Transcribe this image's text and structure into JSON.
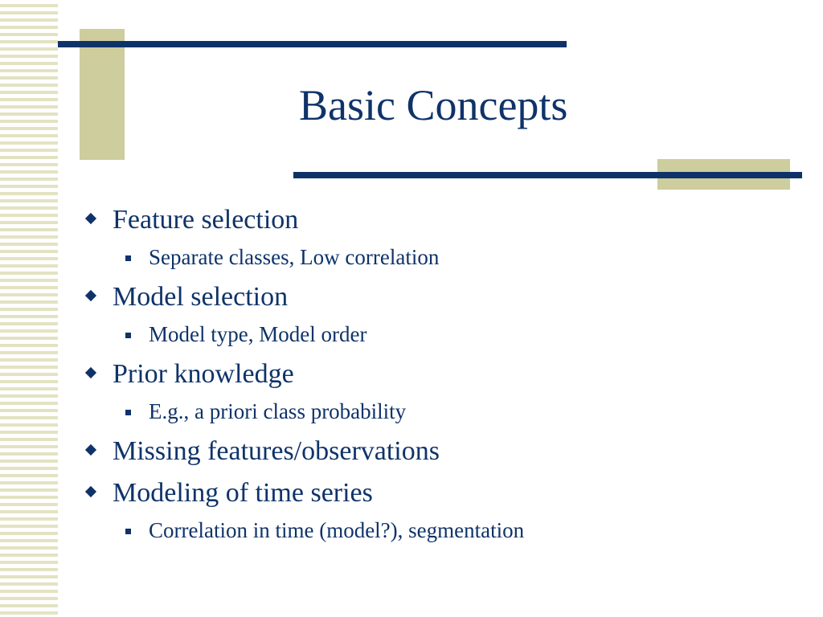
{
  "slide": {
    "title": "Basic Concepts",
    "bullets": [
      {
        "text": "Feature selection",
        "sub": [
          "Separate classes, Low correlation"
        ]
      },
      {
        "text": "Model selection",
        "sub": [
          "Model type, Model order"
        ]
      },
      {
        "text": "Prior knowledge",
        "sub": [
          "E.g., a priori class probability"
        ]
      },
      {
        "text": "Missing features/observations",
        "sub": []
      },
      {
        "text": "Modeling of time series",
        "sub": [
          "Correlation in time (model?), segmentation"
        ]
      }
    ]
  },
  "colors": {
    "title_text": "#0f3369",
    "rule": "#0f3369",
    "accent_tan": "#cdcd9d",
    "stripe": "#e3e3c3",
    "background": "#ffffff"
  },
  "icons": {
    "level1_bullet": "diamond-bullet-icon",
    "level2_bullet": "square-bullet-icon"
  }
}
